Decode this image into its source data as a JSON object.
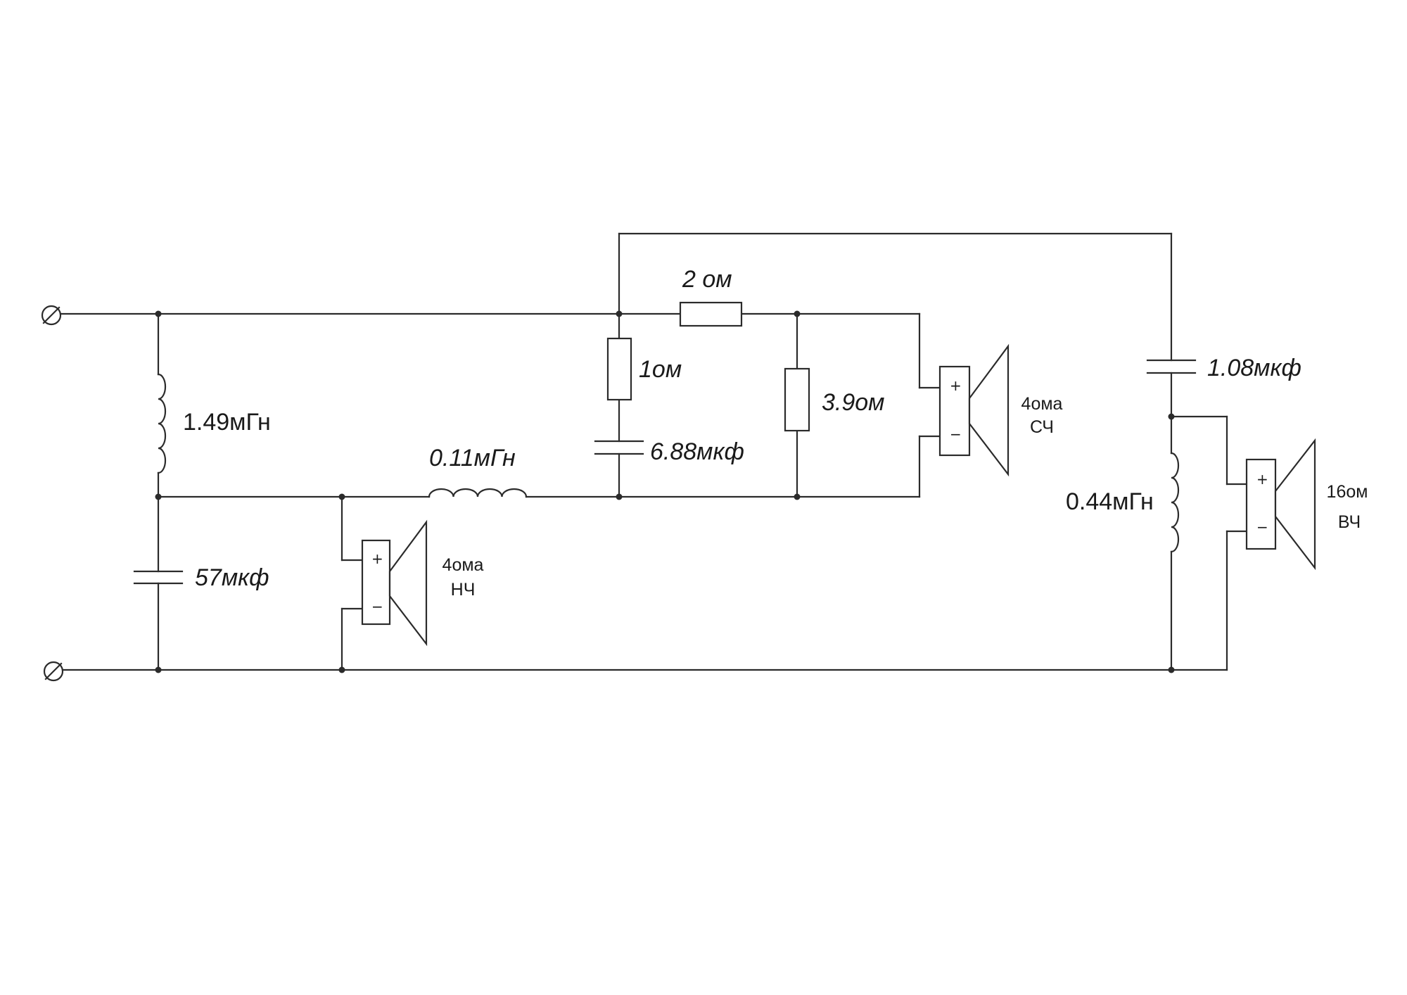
{
  "components": {
    "l1": {
      "value": "1.49мГн"
    },
    "c1": {
      "value": "57мкф"
    },
    "l2": {
      "value": "0.11мГн"
    },
    "r1": {
      "value": "1ом"
    },
    "c2": {
      "value": "6.88мкф"
    },
    "r2": {
      "value": "2 ом"
    },
    "r3": {
      "value": "3.9ом"
    },
    "c3": {
      "value": "1.08мкф"
    },
    "l3": {
      "value": "0.44мГн"
    }
  },
  "speakers": {
    "low": {
      "impedance": "4ома",
      "band": "НЧ",
      "plus": "+",
      "minus": "−"
    },
    "mid": {
      "impedance": "4ома",
      "band": "СЧ",
      "plus": "+",
      "minus": "−"
    },
    "high": {
      "impedance": "16ом",
      "band": "ВЧ",
      "plus": "+",
      "minus": "−"
    }
  }
}
